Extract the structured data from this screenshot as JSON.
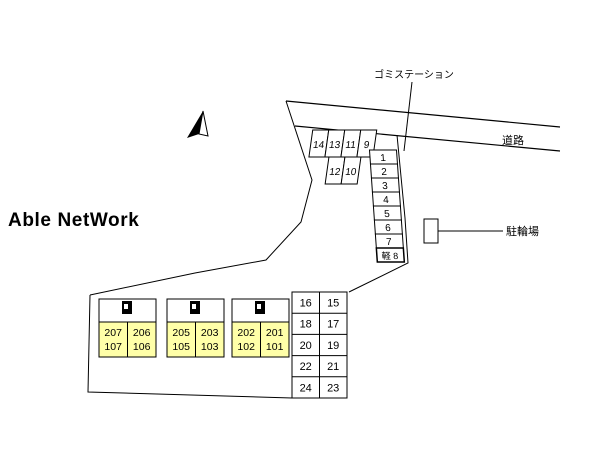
{
  "branding": {
    "logo_text": "Able NetWork"
  },
  "map": {
    "labels": {
      "garbage_station": "ゴミステーション",
      "road": "道路",
      "bicycle_parking": "駐輪場"
    },
    "parking": {
      "cluster_row1": [
        "14",
        "13",
        "11",
        "9"
      ],
      "cluster_row2": [
        "12",
        "10"
      ],
      "column_spaces": [
        "1",
        "2",
        "3",
        "4",
        "5",
        "6",
        "7"
      ],
      "kei_space": "軽 8",
      "grid_rows": [
        [
          "16",
          "15"
        ],
        [
          "18",
          "17"
        ],
        [
          "20",
          "19"
        ],
        [
          "22",
          "21"
        ],
        [
          "24",
          "23"
        ]
      ]
    },
    "buildings": [
      {
        "units": [
          {
            "upper": "207",
            "lower": "107"
          },
          {
            "upper": "206",
            "lower": "106"
          }
        ]
      },
      {
        "units": [
          {
            "upper": "205",
            "lower": "105"
          },
          {
            "upper": "203",
            "lower": "103"
          }
        ]
      },
      {
        "units": [
          {
            "upper": "202",
            "lower": "102"
          },
          {
            "upper": "201",
            "lower": "101"
          }
        ]
      }
    ]
  },
  "colors": {
    "unit_fill": "#ffffa8",
    "outline": "#000000",
    "logo_gray": "#6e6e6e",
    "background": "#ffffff"
  }
}
